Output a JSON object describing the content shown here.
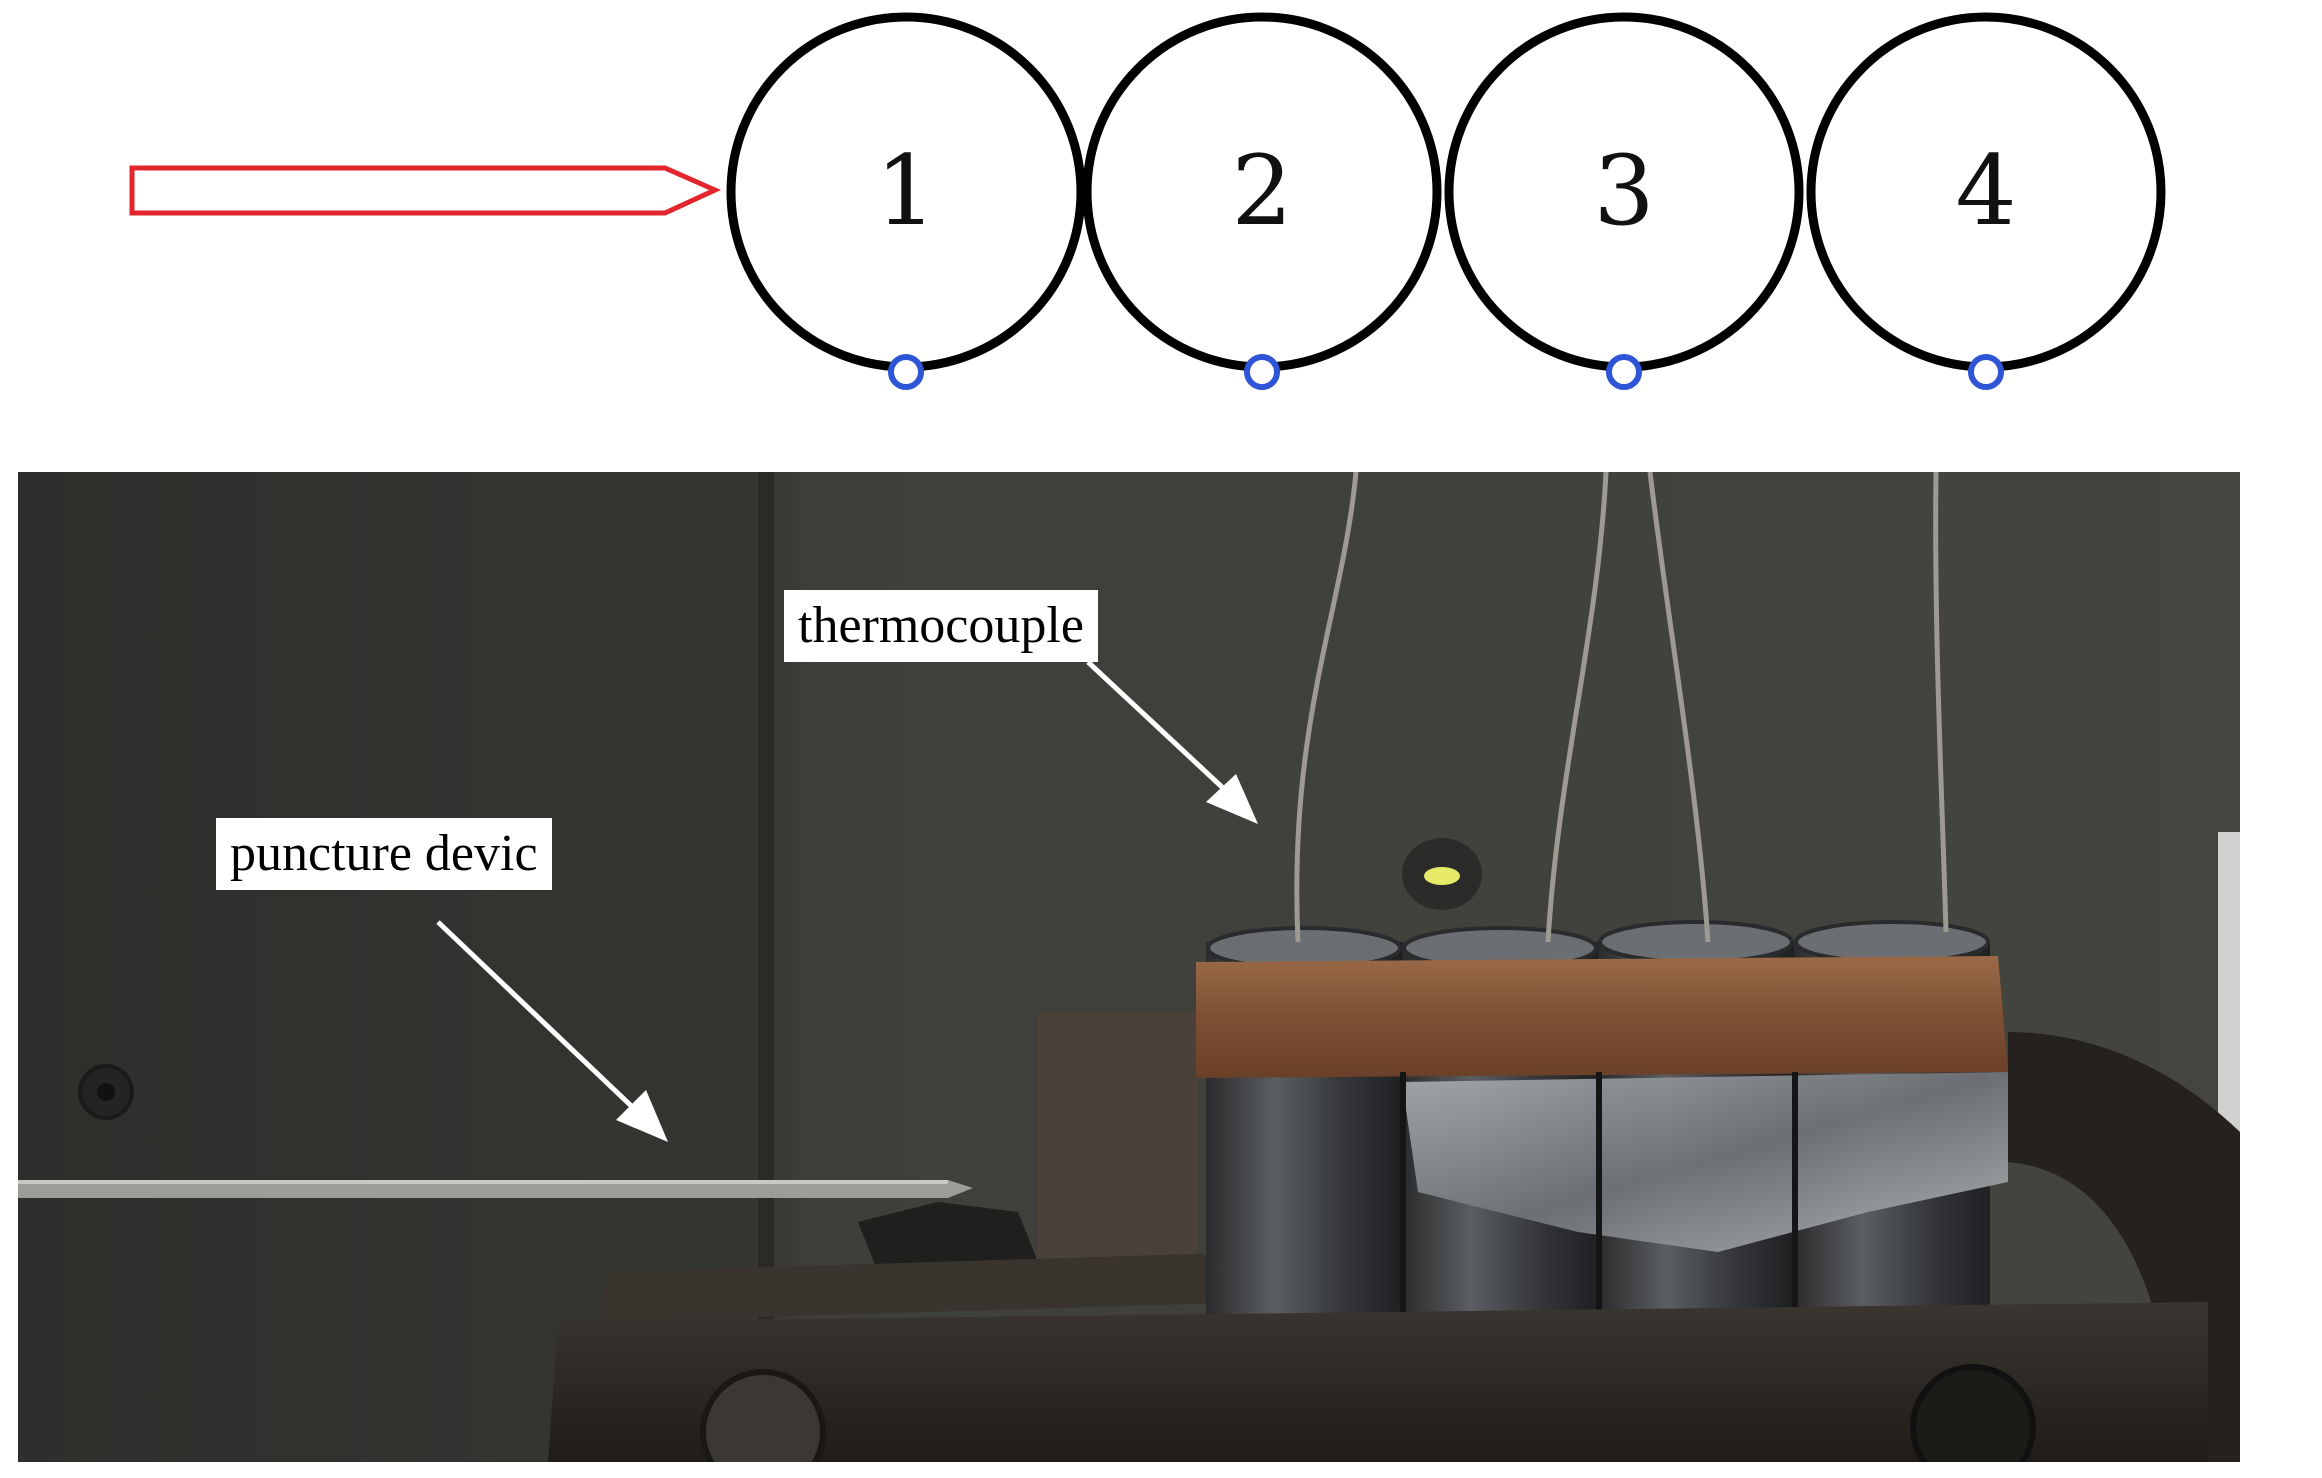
{
  "schematic": {
    "cells": [
      {
        "label": "1"
      },
      {
        "label": "2"
      },
      {
        "label": "3"
      },
      {
        "label": "4"
      }
    ],
    "colors": {
      "arrow": "#e3262b",
      "cell_outline": "#000000",
      "thermocouple_marker": "#2d55d6"
    }
  },
  "photo": {
    "callouts": {
      "thermocouple": "thermocouple",
      "puncture": "puncture devic"
    },
    "colors": {
      "background": "#2f302c",
      "wall": "#3d3e39",
      "tape_copper": "#8a5a3a",
      "tape_foil": "#8d9093",
      "fixture": "#2a2622"
    }
  }
}
